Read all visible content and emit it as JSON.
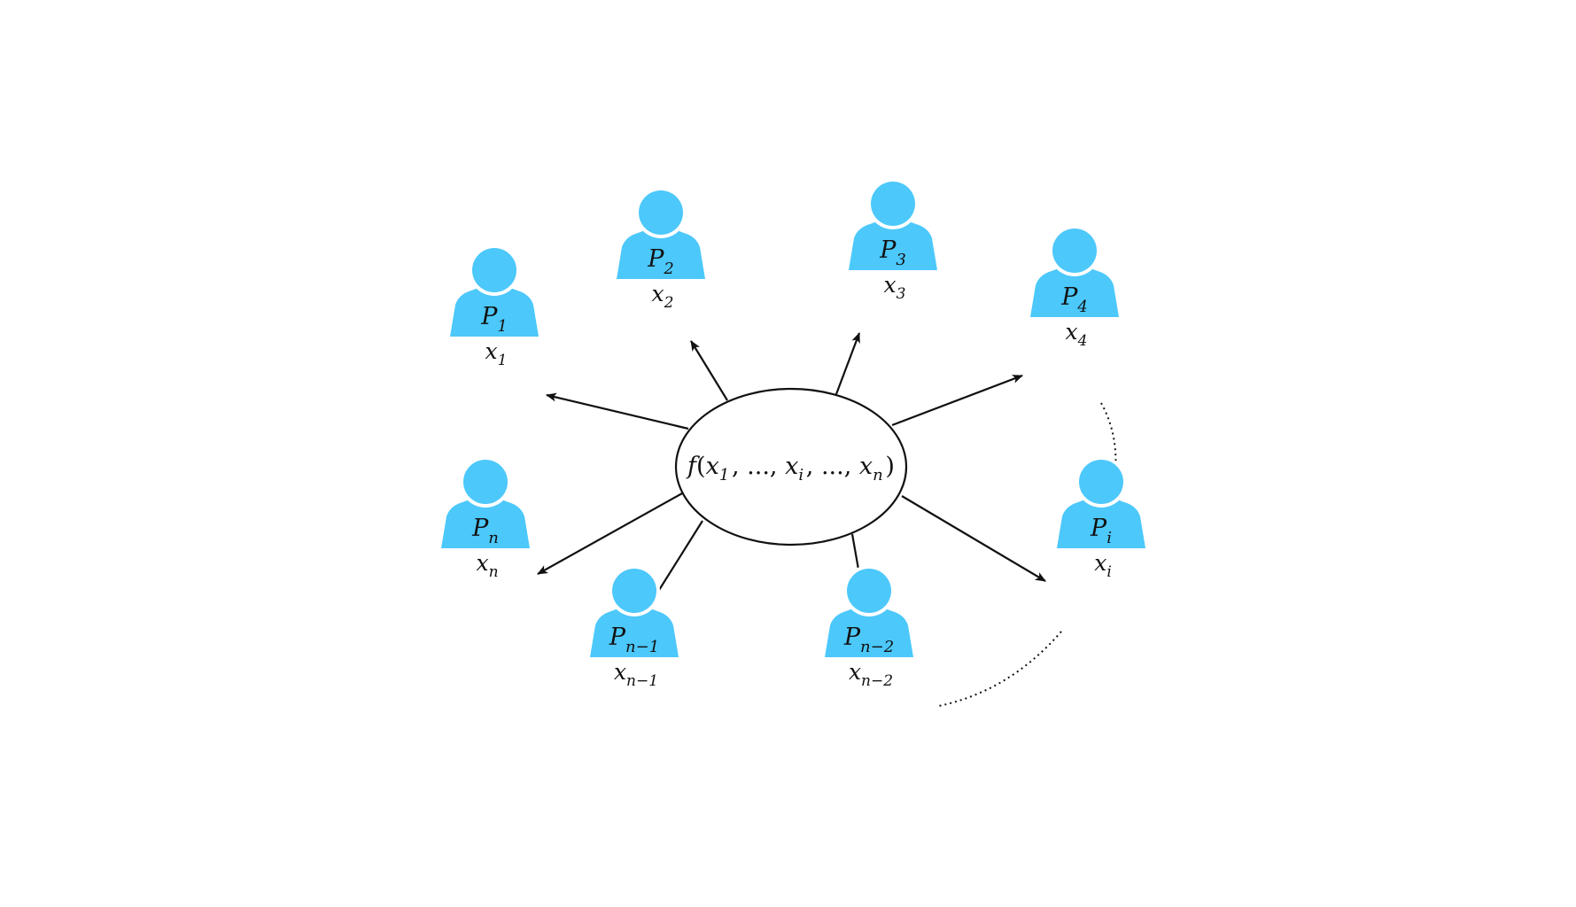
{
  "colors": {
    "person_fill": "#4cc8fb",
    "arrow": "#111111",
    "ellipse_stroke": "#111111",
    "background": "#ffffff"
  },
  "center": {
    "function": "f",
    "args": [
      {
        "base": "x",
        "sub": "1"
      },
      {
        "plain": "..."
      },
      {
        "base": "x",
        "sub": "i"
      },
      {
        "plain": "..."
      },
      {
        "base": "x",
        "sub": "n"
      }
    ]
  },
  "parties": [
    {
      "id": "p1",
      "icon": "person-icon",
      "label": {
        "base": "P",
        "sub": "1"
      },
      "input": {
        "base": "x",
        "sub": "1"
      }
    },
    {
      "id": "p2",
      "icon": "person-icon",
      "label": {
        "base": "P",
        "sub": "2"
      },
      "input": {
        "base": "x",
        "sub": "2"
      }
    },
    {
      "id": "p3",
      "icon": "person-icon",
      "label": {
        "base": "P",
        "sub": "3"
      },
      "input": {
        "base": "x",
        "sub": "3"
      }
    },
    {
      "id": "p4",
      "icon": "person-icon",
      "label": {
        "base": "P",
        "sub": "4"
      },
      "input": {
        "base": "x",
        "sub": "4"
      }
    },
    {
      "id": "pi",
      "icon": "person-icon",
      "label": {
        "base": "P",
        "sub": "i"
      },
      "input": {
        "base": "x",
        "sub": "i"
      }
    },
    {
      "id": "pn2",
      "icon": "person-icon",
      "label": {
        "base": "P",
        "sub": "n−2"
      },
      "input": {
        "base": "x",
        "sub": "n−2"
      }
    },
    {
      "id": "pn1",
      "icon": "person-icon",
      "label": {
        "base": "P",
        "sub": "n−1"
      },
      "input": {
        "base": "x",
        "sub": "n−1"
      }
    },
    {
      "id": "pn",
      "icon": "person-icon",
      "label": {
        "base": "P",
        "sub": "n"
      },
      "input": {
        "base": "x",
        "sub": "n"
      }
    }
  ]
}
